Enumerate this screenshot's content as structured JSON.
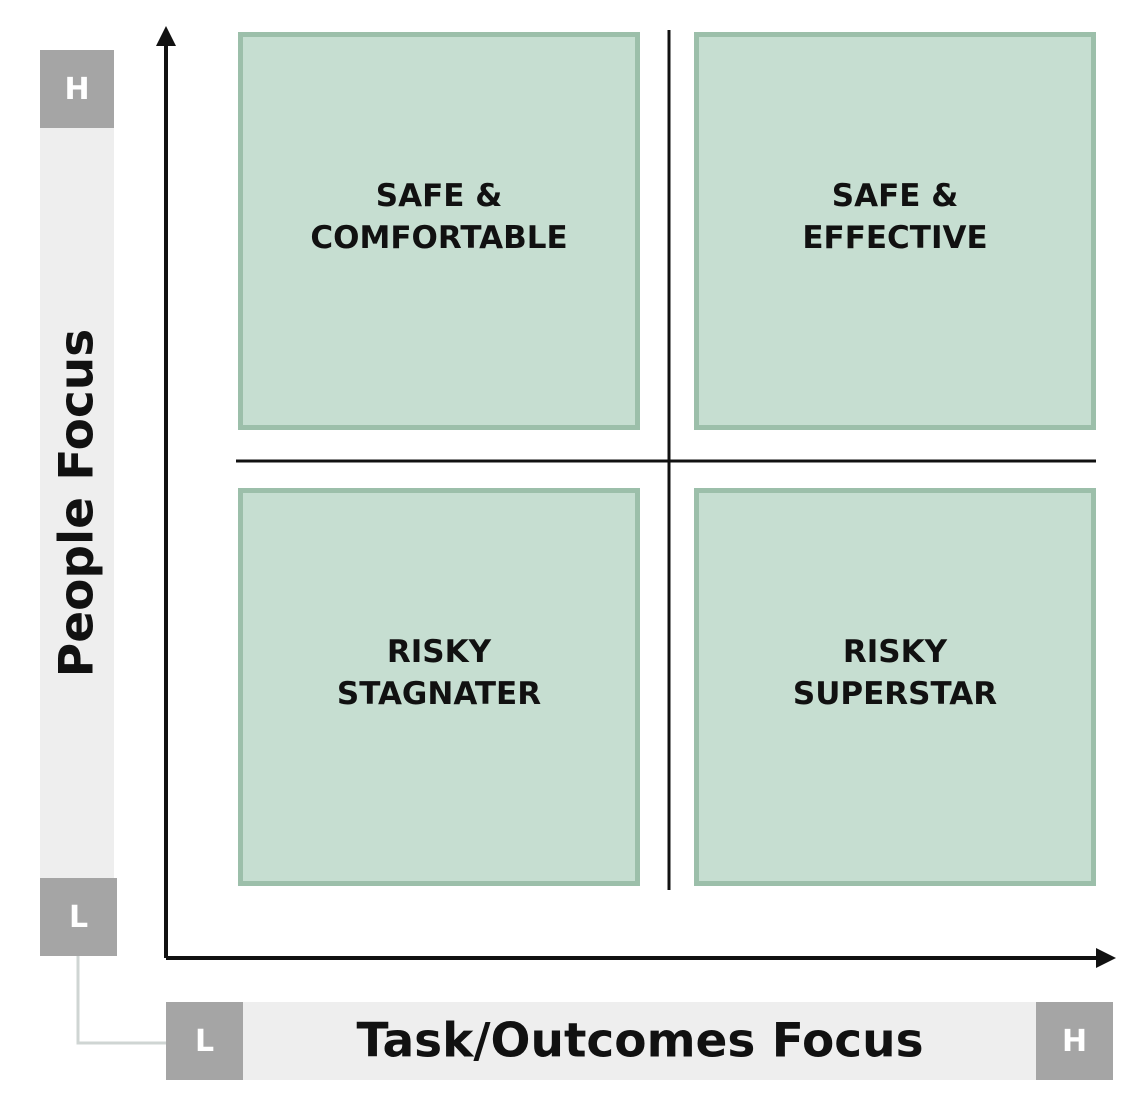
{
  "axes": {
    "y": {
      "title": "People Focus",
      "high": "H",
      "low": "L"
    },
    "x": {
      "title": "Task/Outcomes Focus",
      "high": "H",
      "low": "L"
    }
  },
  "quadrants": {
    "top_left": "SAFE &\nCOMFORTABLE",
    "top_right": "SAFE &\nEFFECTIVE",
    "bottom_left": "RISKY\nSTAGNATER",
    "bottom_right": "RISKY\nSUPERSTAR"
  },
  "colors": {
    "quadrant_fill": "#c6ded1",
    "quadrant_border": "#9cbfaa",
    "axis_caps": "#a5a5a5",
    "axis_bars": "#eeeeee"
  }
}
